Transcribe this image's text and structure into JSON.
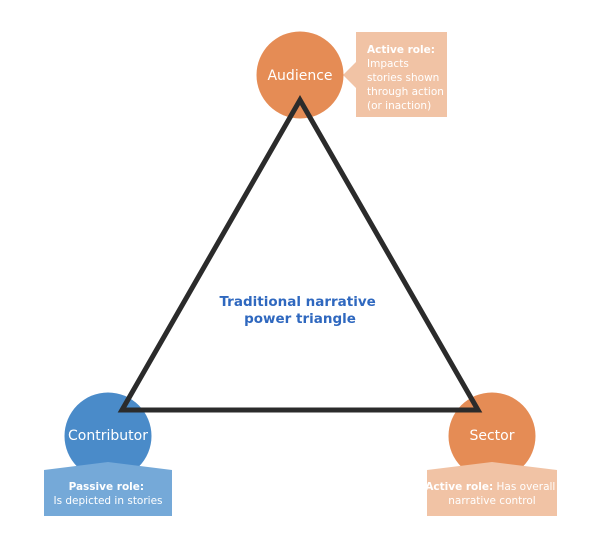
{
  "title": {
    "line1": "Traditional narrative",
    "line2": "power triangle"
  },
  "colors": {
    "orange": "#e58c55",
    "orange_light": "#f1c3a5",
    "blue": "#4a8bc9",
    "blue_light": "#75a9d8",
    "triangle_stroke": "#2b2b2b",
    "title": "#2f68bf"
  },
  "nodes": {
    "audience": {
      "label": "Audience",
      "role_label": "Active role:",
      "role_lines": [
        "Impacts",
        "stories shown",
        "through action",
        "(or inaction)"
      ]
    },
    "contributor": {
      "label": "Contributor",
      "role_label": "Passive role:",
      "role_lines": [
        "Is depicted in stories"
      ]
    },
    "sector": {
      "label": "Sector",
      "role_label": "Active role:",
      "role_rest": "Has overall",
      "role_lines": [
        "narrative control"
      ]
    }
  }
}
